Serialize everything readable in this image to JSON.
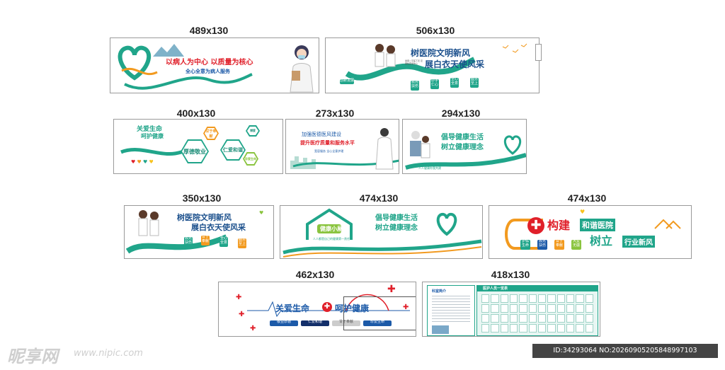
{
  "labels": [
    "489x130",
    "506x130",
    "400x130",
    "273x130",
    "294x130",
    "350x130",
    "474x130",
    "474x130",
    "462x130",
    "418x130"
  ],
  "p1": {
    "slogan1": "以病人为中心  以质量为核心",
    "slogan2": "全心全意为病人服务"
  },
  "p2": {
    "title1": "树医院文明新风",
    "title2": "展白衣天使风采",
    "sub": "健康二字医下无 定期检查保你心",
    "tags": [
      "救死扶伤",
      "妙手仁心",
      "全心全意",
      "服务至上",
      "创新发展"
    ]
  },
  "p3": {
    "title1": "关爱生命",
    "title2": "呵护健康",
    "hexes": [
      "厚德敬业",
      "甘于奉献",
      "仁爱和谐",
      "珍爱生命",
      "博爱"
    ]
  },
  "p4": {
    "title1": "加强医德医风建设",
    "title2": "提升医疗质量和服务水平",
    "sub": "宽容服务 全心全意护理"
  },
  "p5": {
    "title1": "倡导健康生活",
    "title2": "树立健康理念",
    "sub": "人人健康你我共建"
  },
  "p6": {
    "title1": "树医院文明新风",
    "title2": "展白衣天使风采",
    "tags": [
      "救死扶伤",
      "甘于奉献",
      "全心全意",
      "服务至上"
    ]
  },
  "p7": {
    "room": "健康小屋",
    "title1": "倡导健康生活",
    "title2": "树立健康理念",
    "sub": "人人都是自己的健康第一责任人"
  },
  "p8": {
    "t1": "构建",
    "t2": "和谐医院",
    "t3": "树立",
    "t4": "行业新风",
    "tags": [
      "护佑生命",
      "救死扶伤",
      "甘于奉献",
      "大爱无疆"
    ]
  },
  "p9": {
    "t1": "关爱生命",
    "t2": "呵护健康",
    "tags": [
      "敬业厚德",
      "仁爱和谐",
      "甘于奉献",
      "珍爱生命"
    ]
  },
  "p10": {
    "heading1": "科室简介",
    "heading2": "医护人员一览表"
  },
  "watermark": {
    "logo": "昵享网",
    "url": "www.nipic.com",
    "id": "ID:34293064 NO:20260905205848997103"
  },
  "colors": {
    "teal": "#20a58a",
    "red": "#e0202a",
    "blue": "#1c5aa8",
    "orange": "#f29a1f",
    "green": "#8ac43f",
    "yellow": "#f7c21d"
  }
}
